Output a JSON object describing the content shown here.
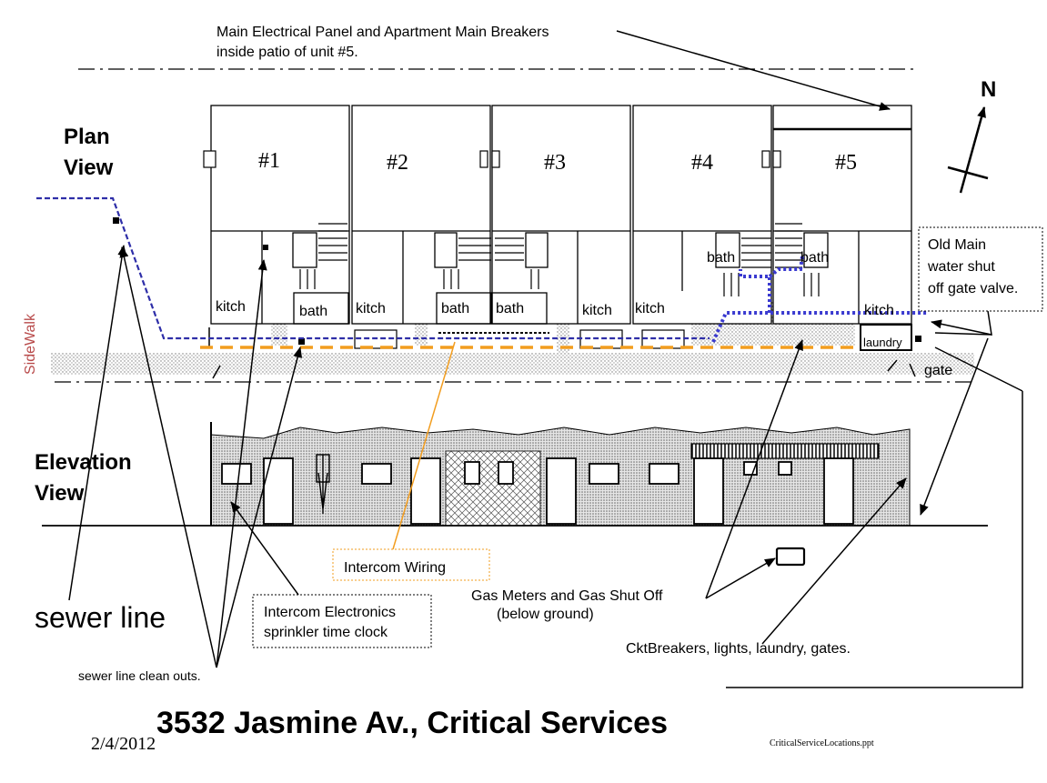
{
  "annotations": {
    "main_panel_line1": "Main Electrical Panel and Apartment Main Breakers",
    "main_panel_line2": "inside patio of unit #5.",
    "north": "N",
    "plan_view_line1": "Plan",
    "plan_view_line2": "View",
    "elevation_line1": "Elevation",
    "elevation_line2": "View",
    "sidewalk": "SideWalk",
    "old_main_line1": "Old Main",
    "old_main_line2": "water shut",
    "old_main_line3": "off gate valve.",
    "gate": "gate",
    "intercom_wiring": "Intercom Wiring",
    "gas_meters_line1": "Gas Meters and Gas Shut Off",
    "gas_meters_line2": "(below ground)",
    "intercom_electronics_line1": "Intercom Electronics",
    "intercom_electronics_line2": "sprinkler time clock",
    "sewer_line": "sewer line",
    "ckt_breakers": "CktBreakers, lights, laundry, gates.",
    "clean_outs": "sewer line clean outs.",
    "title": "3532 Jasmine Av., Critical Services",
    "date": "2/4/2012",
    "filename": "CriticalServiceLocations.ppt"
  },
  "units": [
    "#1",
    "#2",
    "#3",
    "#4",
    "#5"
  ],
  "rooms": {
    "kitch1": "kitch",
    "bath1": "bath",
    "kitch2": "kitch",
    "bath2": "bath",
    "bath3": "bath",
    "kitch3": "kitch",
    "kitch4": "kitch",
    "bath4": "bath",
    "bath5": "bath",
    "kitch5": "kitch",
    "laundry": "laundry"
  },
  "colors": {
    "sewer": "#2e2ea8",
    "intercom": "#f29d1f",
    "water": "#3a3ad0",
    "line": "#000000"
  }
}
